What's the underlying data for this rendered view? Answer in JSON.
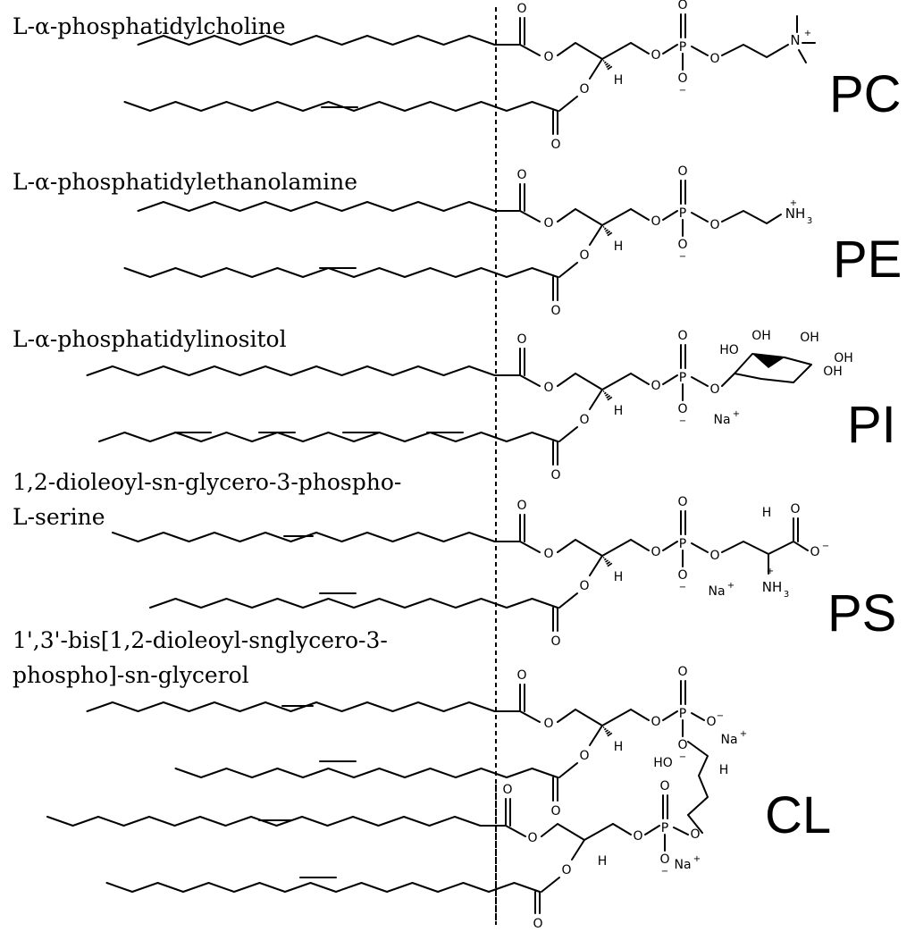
{
  "lipids": [
    {
      "name": "L-α-phosphatidylcholine",
      "abbr": "PC",
      "headgroup_label": "N+"
    },
    {
      "name": "L-α-phosphatidylethanolamine",
      "abbr": "PE",
      "headgroup_label": "NH3+"
    },
    {
      "name": "L-α-phosphatidylinositol",
      "abbr": "PI",
      "headgroup_label": "inositol",
      "counterion": "Na+"
    },
    {
      "name_line1": "1,2-dioleoyl-sn-glycero-3-phospho-",
      "name_line2": "L-serine",
      "abbr": "PS",
      "counterion": "Na+"
    },
    {
      "name_line1": "1',3'-bis[1,2-dioleoyl-snglycero-3-",
      "name_line2": "phospho]-sn-glycerol",
      "abbr": "CL",
      "counterion": "Na+"
    }
  ],
  "atoms": {
    "O": "O",
    "P": "P",
    "H": "H",
    "N": "N",
    "OH": "OH",
    "HO": "HO",
    "NH": "NH",
    "Na": "Na",
    "plus": "+",
    "minus": "−",
    "three": "3"
  }
}
